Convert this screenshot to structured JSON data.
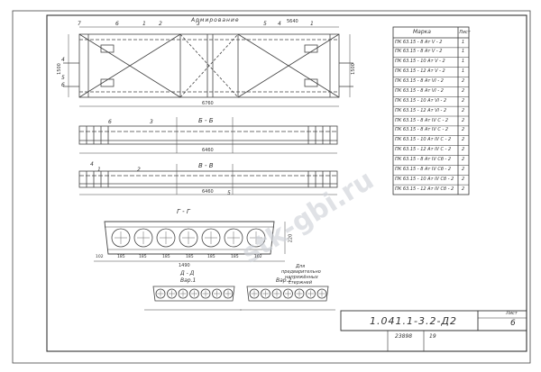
{
  "watermark": "stk-gbi.ru",
  "drawing": {
    "top_title": "Армирование",
    "dims": {
      "top_right": "5640",
      "left_small": "1500",
      "right_small": "1500",
      "beam1_len": "6460",
      "beam2_len": "6460",
      "beam3_len": "6760",
      "section_h": "220",
      "section_w_total": "1490"
    },
    "section_labels": {
      "b_b": "Б - Б",
      "v_v": "В - В",
      "g_g": "Г - Г",
      "d_d": "Д - Д",
      "ds": "Д",
      "var1": "Вар.1",
      "var2": "Вар.2"
    },
    "callouts": [
      "7",
      "1",
      "6",
      "2",
      "3",
      "4",
      "5",
      "5",
      "6",
      "4",
      "1",
      "6",
      "3",
      "1",
      "4",
      "2",
      "5"
    ],
    "section_dims": [
      "102",
      "185",
      "185",
      "185",
      "185",
      "185",
      "185",
      "102"
    ],
    "note_lines": [
      "Для",
      "предварительно",
      "напряжённых",
      "стержней"
    ]
  },
  "table": {
    "header_mark": "Марка",
    "header_sheet": "Лист",
    "rows": [
      {
        "mark": "ПК 63.15 - 8 Ат V - 2",
        "sheet": "1"
      },
      {
        "mark": "ПК 63.15 - 8 Ат V - 2",
        "sheet": "1"
      },
      {
        "mark": "ПК 63.15 - 10 Ат V - 2",
        "sheet": "1"
      },
      {
        "mark": "ПК 63.15 - 12 Ат V - 2",
        "sheet": "1"
      },
      {
        "mark": "ПК 63.15 - 8 Ат VI - 2",
        "sheet": "2"
      },
      {
        "mark": "ПК 63.15 - 8 Ат VI - 2",
        "sheet": "2"
      },
      {
        "mark": "ПК 63.15 - 10 Ат VI - 2",
        "sheet": "2"
      },
      {
        "mark": "ПК 63.15 - 12 Ат VI - 2",
        "sheet": "2"
      },
      {
        "mark": "ПК 63.15 - 8 Ат IV С - 2",
        "sheet": "2"
      },
      {
        "mark": "ПК 63.15 - 8 Ат IV С - 2",
        "sheet": "2"
      },
      {
        "mark": "ПК 63.15 - 10 Ат IV С - 2",
        "sheet": "2"
      },
      {
        "mark": "ПК 63.15 - 12 Ат IV С - 2",
        "sheet": "2"
      },
      {
        "mark": "ПК 63.15 - 8 Ат IV Сб - 2",
        "sheet": "2"
      },
      {
        "mark": "ПК 63.15 - 8 Ат IV Сб - 2",
        "sheet": "2"
      },
      {
        "mark": "ПК 63.15 - 10 Ат IV Сб - 2",
        "sheet": "2"
      },
      {
        "mark": "ПК 63.15 - 12 Ат IV Сб - 2",
        "sheet": "2"
      }
    ]
  },
  "stamp": {
    "code": "1.041.1-3.2-Д2",
    "sheet_label": "Лист",
    "sheet_no": "6",
    "inv_no": "23898",
    "page_no": "19"
  }
}
